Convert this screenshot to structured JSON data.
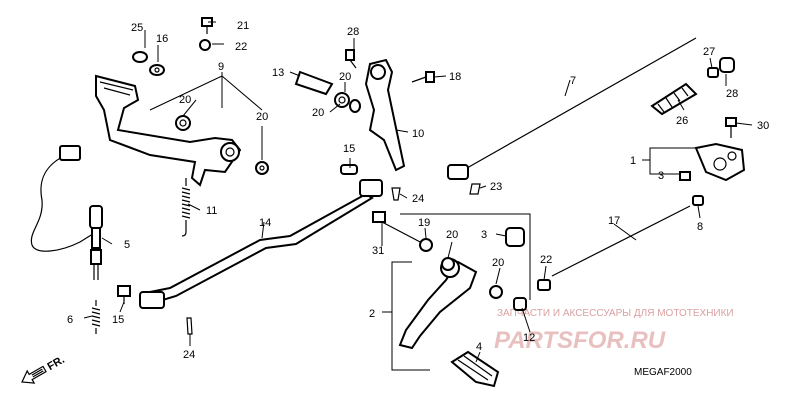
{
  "callouts": {
    "c25": "25",
    "c16": "16",
    "c21": "21",
    "c22": "22",
    "c28a": "28",
    "c9": "9",
    "c13": "13",
    "c20a": "20",
    "c20b": "20",
    "c20c": "20",
    "c20d": "20",
    "c18": "18",
    "c7": "7",
    "c27": "27",
    "c28b": "28",
    "c26": "26",
    "c30": "30",
    "c10": "10",
    "c1": "1",
    "c3a": "3",
    "c15a": "15",
    "c24a": "24",
    "c23": "23",
    "c11": "11",
    "c14": "14",
    "c17": "17",
    "c8": "8",
    "c19": "19",
    "c20e": "20",
    "c3b": "3",
    "c31": "31",
    "c5": "5",
    "c20f": "20",
    "c22b": "22",
    "c2": "2",
    "c12": "12",
    "c6": "6",
    "c15b": "15",
    "c24b": "24",
    "c4": "4"
  },
  "front_marker": "FR.",
  "diagram_code": "MEGAF2000",
  "watermark": {
    "line1": "ЗАПЧАСТИ И АКСЕССУАРЫ ДЛЯ МОТОТЕХНИКИ",
    "line2": "PARTSFOR.RU"
  }
}
